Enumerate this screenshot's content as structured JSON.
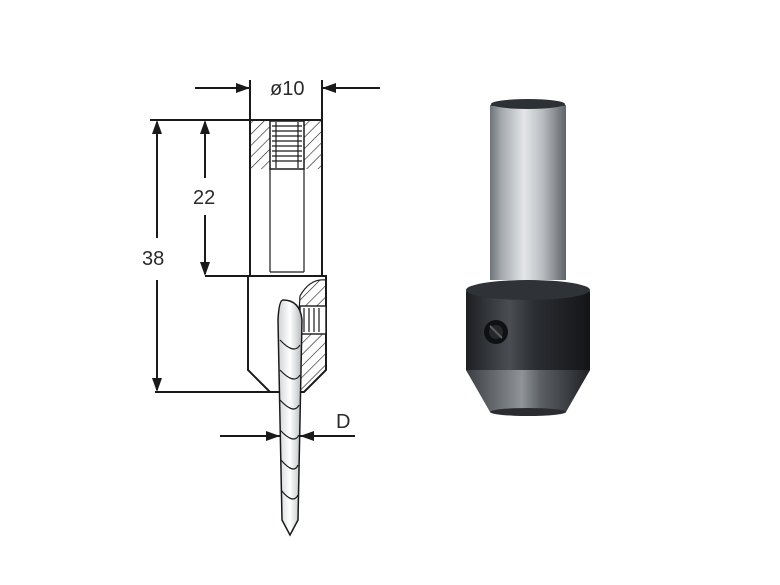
{
  "technical_drawing": {
    "dimensions": {
      "diameter_label": "ø10",
      "depth_label": "22",
      "length_label": "38",
      "drill_label": "D"
    }
  },
  "photo": {
    "subject": "countersink-collar-photo"
  },
  "colors": {
    "line": "#1a1a1a",
    "collar_dark": "#2b2e33",
    "shank_light": "#c9ccd0",
    "background": "#ffffff"
  }
}
